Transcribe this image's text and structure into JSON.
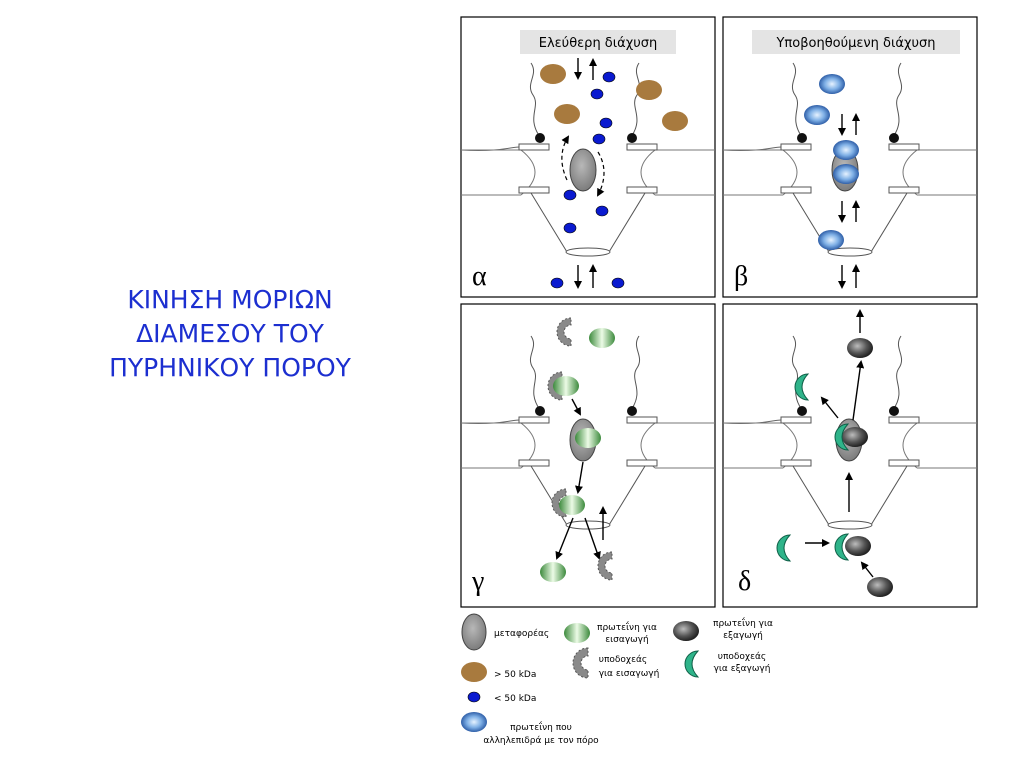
{
  "title_lines": [
    "ΚΙΝΗΣΗ ΜΟΡΙΩΝ",
    "ΔΙΑΜΕΣΟΥ ΤΟΥ",
    "ΠΥΡΗΝΙΚΟΥ ΠΟΡΟΥ"
  ],
  "panels": [
    {
      "letter": "α",
      "caption": "Ελεύθερη διάχυση"
    },
    {
      "letter": "β",
      "caption": "Υποβοηθούμενη διάχυση"
    },
    {
      "letter": "γ",
      "caption": ""
    },
    {
      "letter": "δ",
      "caption": ""
    }
  ],
  "legend": {
    "carrier": "μεταφορέας",
    "large": "> 50 kDa",
    "small": "< 50 kDa",
    "interacting": [
      "πρωτεΐνη που",
      "αλληλεπιδρά με τον πόρο"
    ],
    "import_protein": [
      "πρωτεΐνη για",
      "εισαγωγή"
    ],
    "import_receptor": [
      "υποδοχεάς",
      "για εισαγωγή"
    ],
    "export_protein": [
      "πρωτεΐνη για",
      "εξαγωγή"
    ],
    "export_receptor": [
      "υποδοχεάς",
      "για εξαγωγή"
    ]
  },
  "colors": {
    "title": "#1c2fd0",
    "large_molecule": "#a87a3e",
    "small_molecule": "#0a1ad0",
    "carrier": "#8a8a8a",
    "interacting_protein": "#6a9ed6",
    "import_protein": "#9fd8a0",
    "export_protein": "#555555",
    "export_receptor": "#2fb48a",
    "import_receptor": "#8a8a8a"
  }
}
